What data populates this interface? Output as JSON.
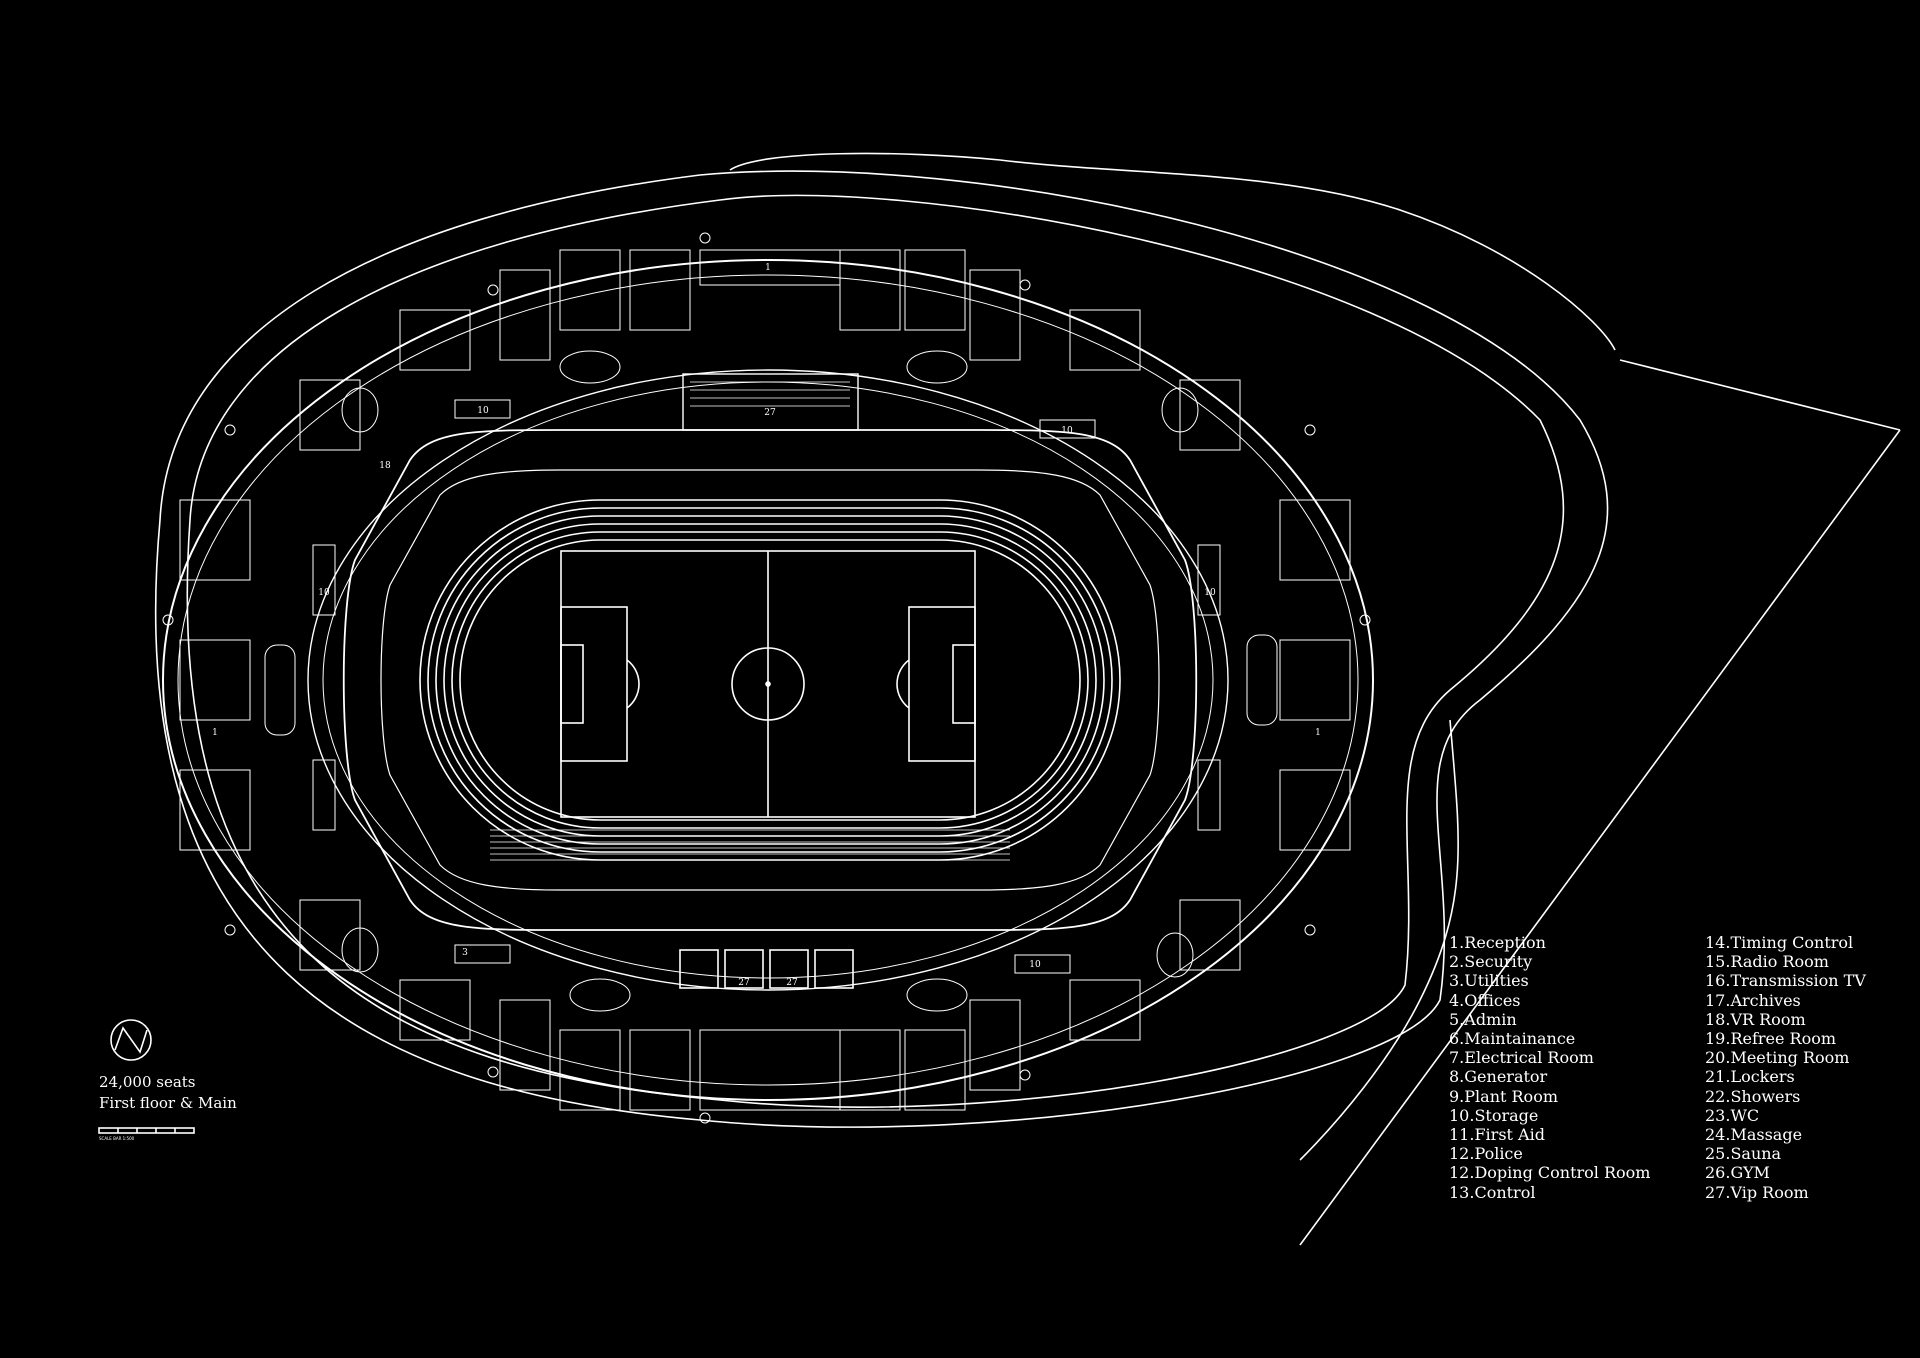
{
  "caption": {
    "seats": "24,000 seats",
    "floor": "First floor  & Main",
    "scale": "SCALE BAR 1:500"
  },
  "legend": {
    "left": [
      "1.Reception",
      "2.Security",
      "3.Utilities",
      "4.Offices",
      "5.Admin",
      "6.Maintainance",
      "7.Electrical Room",
      "8.Generator",
      "9.Plant Room",
      "10.Storage",
      "11.First Aid",
      "12.Police",
      "12.Doping Control Room",
      "13.Control"
    ],
    "right": [
      "14.Timing Control",
      "15.Radio Room",
      "16.Transmission TV",
      "17.Archives",
      "18.VR Room",
      "19.Refree Room",
      "20.Meeting Room",
      "21.Lockers",
      "22.Showers",
      "23.WC",
      "24.Massage",
      "25.Sauna",
      "26.GYM",
      "27.Vip Room"
    ]
  },
  "room_numbers": {
    "vip": "27",
    "storage": "10",
    "utilities": "3",
    "reception": "1",
    "vr": "18"
  },
  "colors": {
    "background": "#000000",
    "line": "#ffffff"
  },
  "icons": {
    "north": "north-arrow-icon"
  }
}
